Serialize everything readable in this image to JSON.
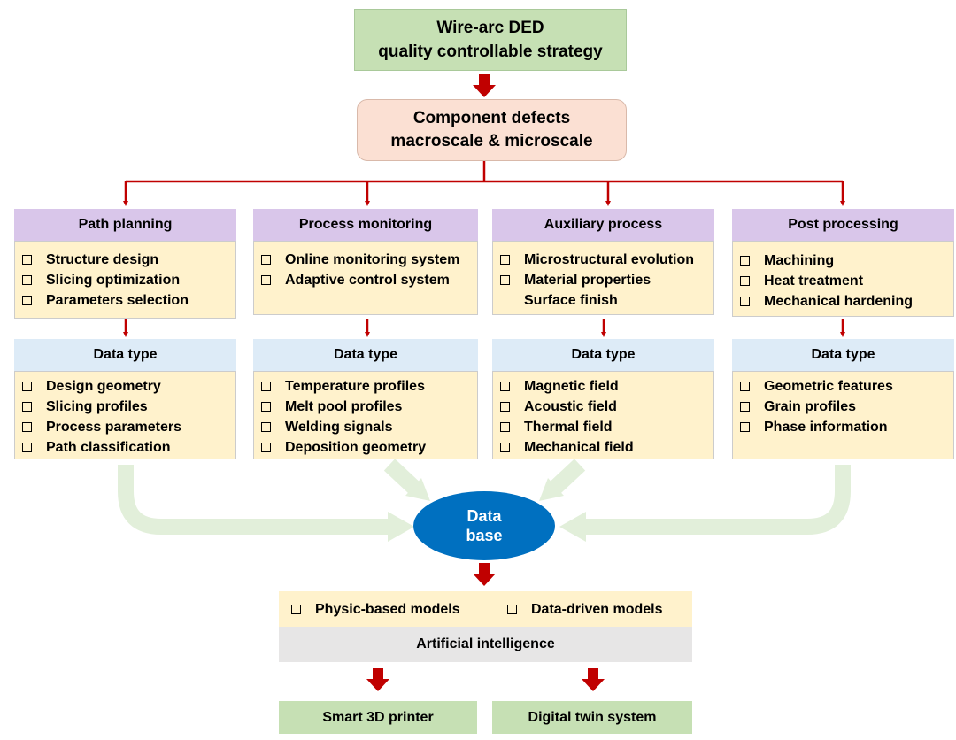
{
  "top": {
    "line1": "Wire-arc DED",
    "line2": "quality controllable strategy"
  },
  "defects": {
    "line1": "Component defects",
    "line2": "macroscale & microscale"
  },
  "columns": [
    {
      "title": "Path planning",
      "items": [
        "Structure design",
        "Slicing optimization",
        "Parameters selection"
      ],
      "data_type_label": "Data type",
      "data_items": [
        "Design geometry",
        "Slicing profiles",
        "Process parameters",
        "Path classification"
      ]
    },
    {
      "title": "Process monitoring",
      "items": [
        "Online monitoring system",
        "Adaptive control system"
      ],
      "data_type_label": "Data type",
      "data_items": [
        "Temperature profiles",
        "Melt pool profiles",
        "Welding signals",
        "Deposition geometry"
      ]
    },
    {
      "title": "Auxiliary process",
      "items": [
        "Microstructural evolution",
        "Material properties",
        "Surface finish"
      ],
      "data_type_label": "Data type",
      "data_items": [
        "Magnetic field",
        "Acoustic field",
        "Thermal field",
        "Mechanical field"
      ]
    },
    {
      "title": "Post processing",
      "items": [
        "Machining",
        "Heat treatment",
        "Mechanical hardening"
      ],
      "data_type_label": "Data type",
      "data_items": [
        "Geometric features",
        "Grain profiles",
        "Phase information"
      ]
    }
  ],
  "database": {
    "line1": "Data",
    "line2": "base"
  },
  "models": {
    "physic": "Physic-based models",
    "data_driven": "Data-driven models"
  },
  "ai": {
    "label": "Artificial intelligence"
  },
  "outputs": {
    "printer": "Smart 3D printer",
    "twin": "Digital twin system"
  },
  "colors": {
    "arrow_red": "#c00000",
    "flow_green": "#e2efda",
    "header_purple": "#d9c6ea",
    "body_yellow": "#fff2cc",
    "datatype_blue": "#ddebf7",
    "database_blue": "#0070c0"
  }
}
